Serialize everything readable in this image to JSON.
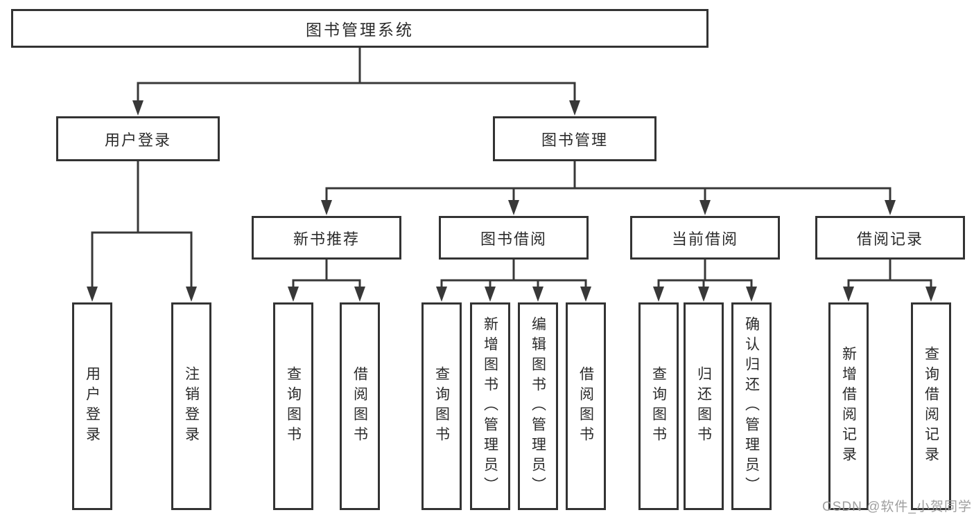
{
  "colors": {
    "line": "#383838",
    "box_border": "#333333",
    "box_fill": "#ffffff",
    "text": "#2b2b2b",
    "background": "#ffffff",
    "watermark": "#9a9a9a"
  },
  "watermark": {
    "text": "CSDN @软件_小贺同学"
  },
  "tree": {
    "root": {
      "label": "图书管理系统"
    },
    "level2": [
      {
        "label": "用户登录",
        "parent": "图书管理系统"
      },
      {
        "label": "图书管理",
        "parent": "图书管理系统"
      }
    ],
    "level3": [
      {
        "label": "新书推荐",
        "parent": "图书管理"
      },
      {
        "label": "图书借阅",
        "parent": "图书管理"
      },
      {
        "label": "当前借阅",
        "parent": "图书管理"
      },
      {
        "label": "借阅记录",
        "parent": "图书管理"
      }
    ],
    "leaves": [
      {
        "label": "用户登录",
        "parent": "用户登录"
      },
      {
        "label": "注销登录",
        "parent": "用户登录"
      },
      {
        "label": "查询图书",
        "parent": "新书推荐"
      },
      {
        "label": "借阅图书",
        "parent": "新书推荐"
      },
      {
        "label": "查询图书",
        "parent": "图书借阅"
      },
      {
        "label": "新增图书（管理员）",
        "parent": "图书借阅"
      },
      {
        "label": "编辑图书（管理员）",
        "parent": "图书借阅"
      },
      {
        "label": "借阅图书",
        "parent": "图书借阅"
      },
      {
        "label": "查询图书",
        "parent": "当前借阅"
      },
      {
        "label": "归还图书",
        "parent": "当前借阅"
      },
      {
        "label": "确认归还（管理员）",
        "parent": "当前借阅"
      },
      {
        "label": "新增借阅记录",
        "parent": "借阅记录"
      },
      {
        "label": "查询借阅记录",
        "parent": "借阅记录"
      }
    ]
  }
}
